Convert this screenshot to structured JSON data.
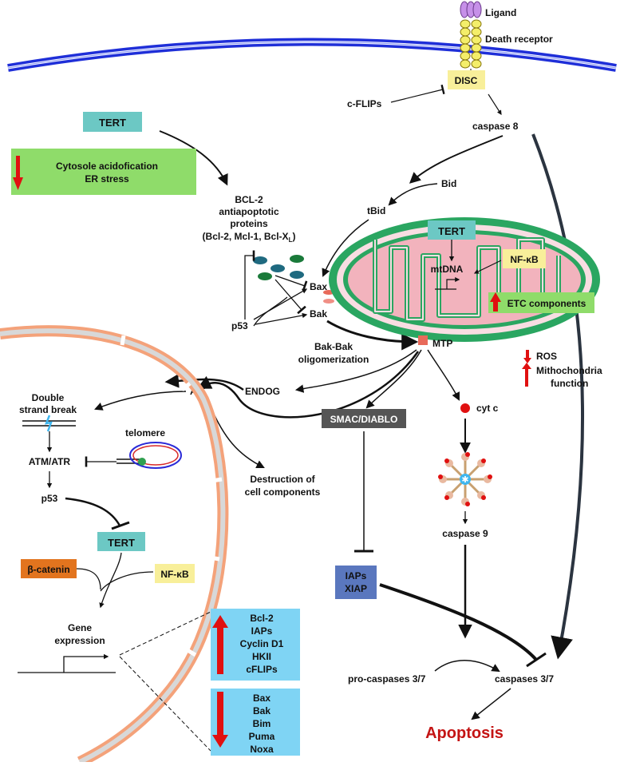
{
  "membrane": {
    "ligand": "Ligand",
    "death_receptor": "Death receptor",
    "disc": "DISC",
    "c_flips": "c-FLIPs",
    "caspase8": "caspase 8"
  },
  "cytosol": {
    "tert_top": "TERT",
    "acid_line1": "Cytosole acidofication",
    "acid_line2": "ER stress",
    "bid": "Bid",
    "tbid": "tBid",
    "bcl2_line1": "BCL-2",
    "bcl2_line2": "antiapoptotic",
    "bcl2_line3": "proteins",
    "bcl2_line4": "(Bcl-2, Mcl-1, Bcl-X",
    "bcl2_sub": "L",
    "bcl2_close": ")",
    "bax": "Bax",
    "bak": "Bak",
    "p53": "p53",
    "bakbak_line1": "Bak-Bak",
    "bakbak_line2": "oligomerization"
  },
  "mito": {
    "tert": "TERT",
    "mtdna": "mtDNA",
    "nfkb": "NF-κB",
    "etc": "ETC components",
    "mtp": "MTP",
    "ros": "ROS",
    "mito_func_line1": "Mithochondria",
    "mito_func_line2": "function"
  },
  "downstream": {
    "aif": "AIF",
    "endog": "ENDOG",
    "smac": "SMAC/DIABLO",
    "cytc": "cyt c",
    "destruction_line1": "Destruction of",
    "destruction_line2": "cell components",
    "caspase9": "caspase 9",
    "iaps_line1": "IAPs",
    "iaps_line2": "XIAP",
    "procasp": "pro-caspases 3/7",
    "casp37": "caspases 3/7",
    "apoptosis": "Apoptosis"
  },
  "nucleus": {
    "dsb_line1": "Double",
    "dsb_line2": "strand break",
    "telomere": "telomere",
    "atm": "ATM/ATR",
    "p53": "p53",
    "tert": "TERT",
    "bcat": "β-catenin",
    "nfkb": "NF-κB",
    "gene_line1": "Gene",
    "gene_line2": "expression"
  },
  "up_genes": [
    "Bcl-2",
    "IAPs",
    "Cyclin D1",
    "HKII",
    "cFLIPs"
  ],
  "down_genes": [
    "Bax",
    "Bak",
    "Bim",
    "Puma",
    "Noxa"
  ],
  "colors": {
    "tert_box": "#6cc8c4",
    "green_box": "#8fdc6a",
    "yellow_box": "#f8ef9a",
    "cyan_box": "#7fd4f4",
    "orange_box": "#e2741e",
    "smac_box": "#555555",
    "iaps_box": "#5a77be",
    "arrow_red": "#e01010",
    "apoptosis_red": "#c41414",
    "membrane_blue": "#1f2fd8",
    "mito_pink": "#f2b3bd",
    "mito_green": "#2aa661",
    "nucleus_orange": "#f4a27a"
  }
}
